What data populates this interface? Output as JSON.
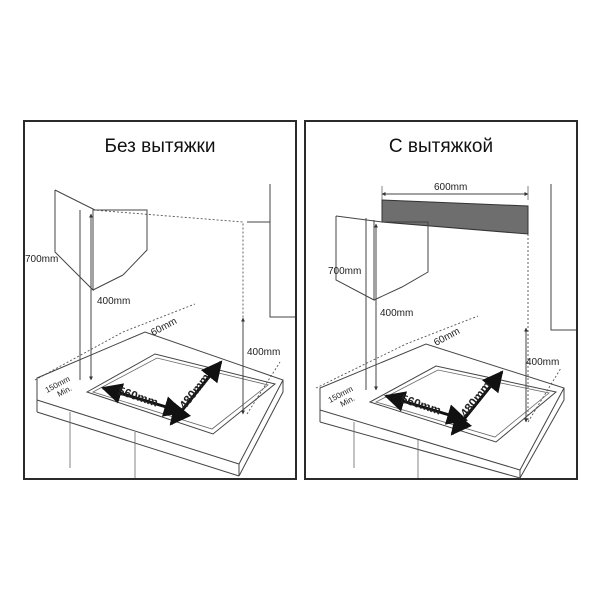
{
  "panels": {
    "left": {
      "title": "Без вытяжки",
      "labels": {
        "dim_700": "700mm",
        "dim_400_vertical": "400mm",
        "dim_400_right": "400mm",
        "dim_60": "60mm",
        "dim_150_a": "150mm",
        "dim_150_b": "Min.",
        "dim_560": "560mm",
        "dim_480": "480mm"
      }
    },
    "right": {
      "title": "С вытяжкой",
      "labels": {
        "dim_600": "600mm",
        "dim_700": "700mm",
        "dim_400_vertical": "400mm",
        "dim_400_right": "400mm",
        "dim_60": "60mm",
        "dim_150_a": "150mm",
        "dim_150_b": "Min.",
        "dim_560": "560mm",
        "dim_480": "480mm"
      }
    }
  },
  "colors": {
    "frame": "#2a2a2a",
    "line": "#444444",
    "hood": "#6e6e6e",
    "arrow": "#111111"
  }
}
